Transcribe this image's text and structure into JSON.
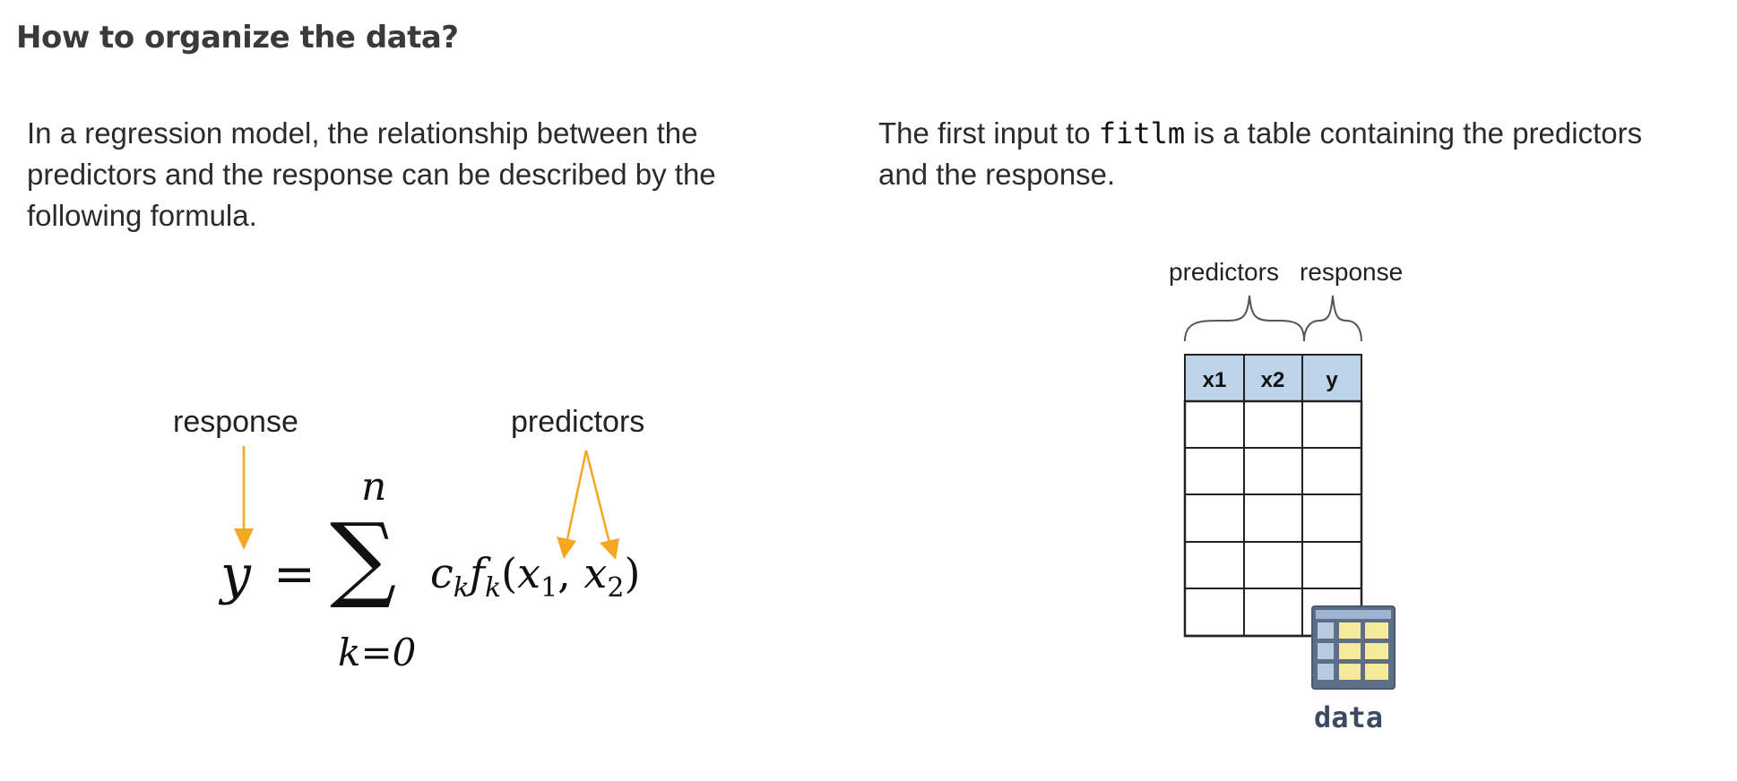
{
  "heading": "How to organize the data?",
  "left": {
    "paragraph": "In a regression model, the relationship between the predictors and the response can be described by the following formula.",
    "formula_labels": {
      "response": "response",
      "predictors": "predictors"
    },
    "formula": {
      "lhs": "y",
      "equals": "=",
      "sigma": "∑",
      "upper": "n",
      "lower": "k=0",
      "term": "c",
      "term_sub": "k",
      "func": "f",
      "func_sub": "k",
      "open": "(",
      "x1": "x",
      "x1_sub": "1",
      "comma": ",",
      "x2": "x",
      "x2_sub": "2",
      "close": ")"
    },
    "arrow_color": "#f5a623"
  },
  "right": {
    "paragraph_before": "The first input to ",
    "code": "fitlm",
    "paragraph_after": " is a table containing the predictors and the response.",
    "brace_labels": {
      "predictors": "predictors",
      "response": "response"
    },
    "table_headers": [
      "x1",
      "x2",
      "y"
    ],
    "header_color": "#bcd3ea",
    "data_label": "data",
    "icon": "table-data-icon"
  }
}
